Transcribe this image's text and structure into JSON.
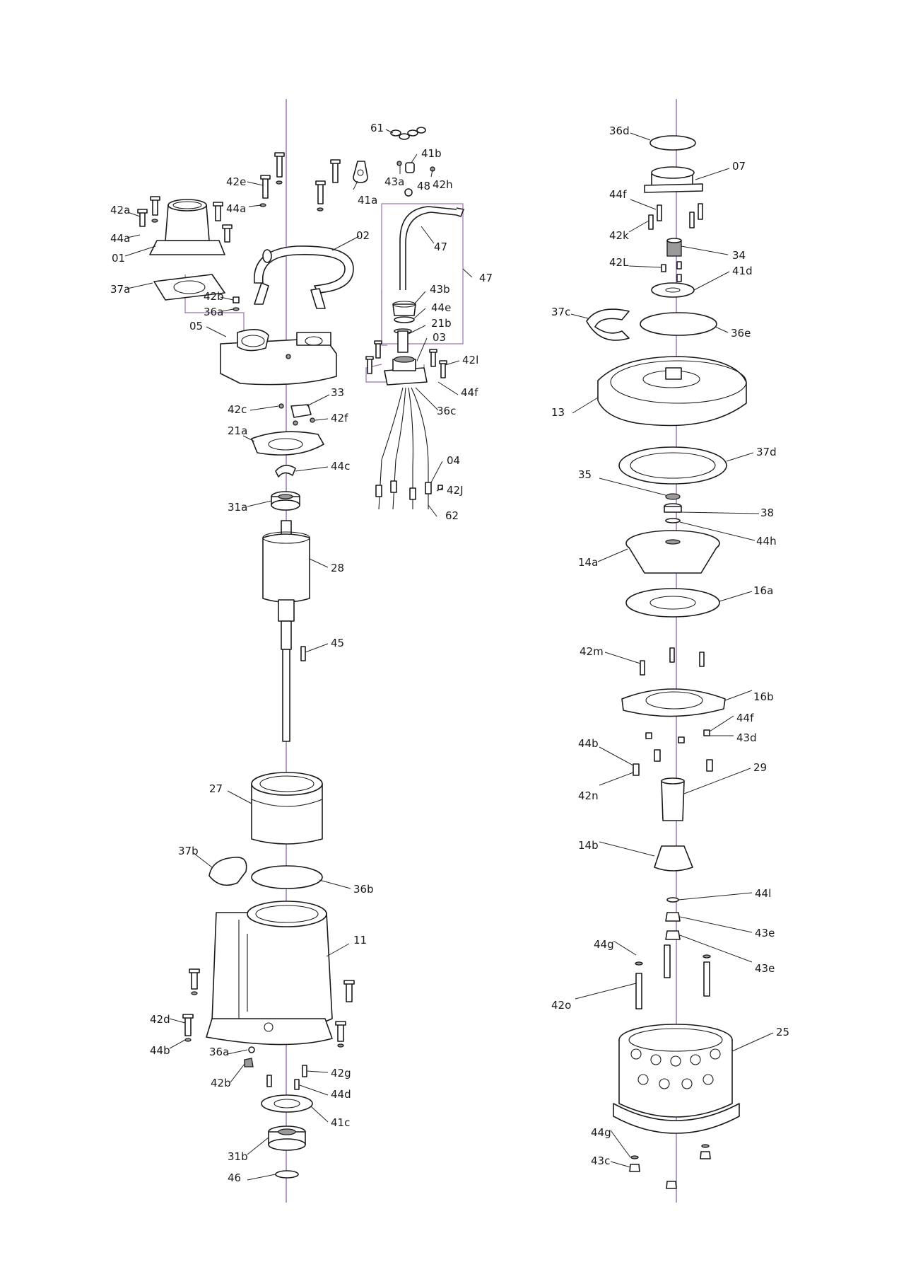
{
  "colors": {
    "axis": "#9b6fb0",
    "ink": "#1a1a1a",
    "background": "#ffffff"
  },
  "labels": {
    "p61": "61",
    "p41b": "41b",
    "p43a": "43a",
    "p42h": "42h",
    "p48": "48",
    "p41a": "41a",
    "p42e": "42e",
    "p44a_top": "44a",
    "p42a": "42a",
    "p44a": "44a",
    "p01": "01",
    "p02": "02",
    "p47_in": "47",
    "p47_out": "47",
    "p37a": "37a",
    "p43b": "43b",
    "p42b_top": "42b",
    "p44e": "44e",
    "p36a_top": "36a",
    "p21b": "21b",
    "p05": "05",
    "p03": "03",
    "p42i": "42l",
    "p44f_l": "44f",
    "p36c": "36c",
    "p42c": "42c",
    "p33": "33",
    "p42f": "42f",
    "p21a": "21a",
    "p04": "04",
    "p44c": "44c",
    "p42j": "42J",
    "p31a": "31a",
    "p62": "62",
    "p28": "28",
    "p45": "45",
    "p27": "27",
    "p37b": "37b",
    "p36b": "36b",
    "p11": "11",
    "p42d": "42d",
    "p44b_l": "44b",
    "p36a": "36a",
    "p42b": "42b",
    "p42g": "42g",
    "p44d": "44d",
    "p41c": "41c",
    "p31b": "31b",
    "p46": "46",
    "p36d": "36d",
    "p07": "07",
    "p44f_r": "44f",
    "p42k": "42k",
    "p34": "34",
    "p42L": "42L",
    "p41d": "41d",
    "p37c": "37c",
    "p36e": "36e",
    "p13": "13",
    "p37d": "37d",
    "p35": "35",
    "p38": "38",
    "p44h": "44h",
    "p14a": "14a",
    "p16a": "16a",
    "p42m": "42m",
    "p16b": "16b",
    "p44f_r2": "44f",
    "p43d": "43d",
    "p44b_r": "44b",
    "p29": "29",
    "p42n": "42n",
    "p14b": "14b",
    "p44l": "44l",
    "p43e_1": "43e",
    "p43e_2": "43e",
    "p44g_1": "44g",
    "p42o": "42o",
    "p25": "25",
    "p44g_2": "44g",
    "p43c": "43c"
  }
}
